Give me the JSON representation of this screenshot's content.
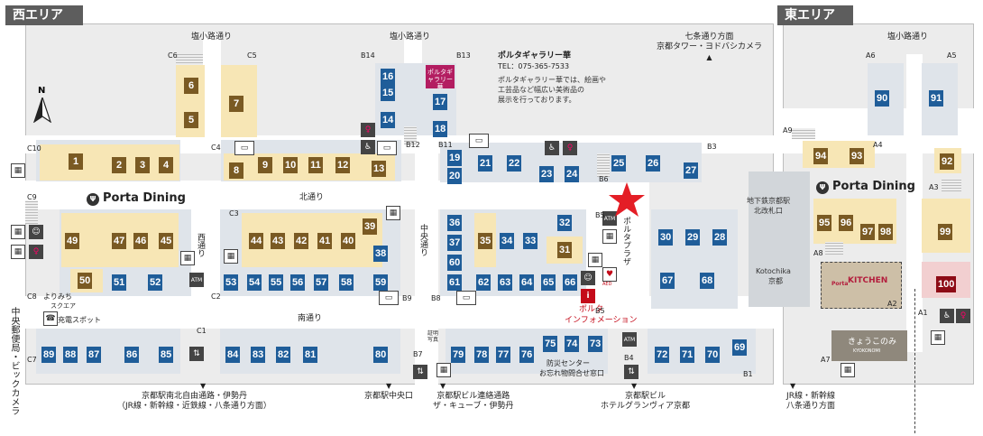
{
  "regions": {
    "west": "西エリア",
    "east": "東エリア"
  },
  "dining": {
    "west": "Porta Dining",
    "east": "Porta Dining"
  },
  "streets": {
    "shiokoji_1": "塩小路通り",
    "shiokoji_2": "塩小路通り",
    "shiokoji_3": "塩小路通り",
    "kita": "北通り",
    "minami": "南通り",
    "nishi": "西通り",
    "chuo": "中央通り",
    "plaza": "ポルタプラザ"
  },
  "gallery": {
    "badge": "ポルタギャラリー華",
    "title": "ポルタギャラリー華",
    "tel": "TEL：075-365-7533",
    "desc_1": "ポルタギャラリー華では、絵画や",
    "desc_2": "工芸品など幅広い美術品の",
    "desc_3": "展示を行っております。"
  },
  "places": {
    "subway_1": "地下鉄京都駅",
    "subway_2": "北改札口",
    "kotochika_1": "Kotochika",
    "kotochika_2": "京都",
    "kitchen_1": "Porta",
    "kitchen_2": "KITCHEN",
    "kyoukonomi_1": "きょうこのみ",
    "kyoukonomi_2": "KYOKONOMI",
    "info_1": "ポルタ",
    "info_2": "インフォメーション",
    "bousai_1": "防災センター",
    "bousai_2": "お忘れ物問合せ窓口",
    "yorimichi_1": "よりみち",
    "yorimichi_2": "スクエア",
    "charge": "充電スポット",
    "aed": "AED",
    "atm": "ATM",
    "shoumei": "証明写真"
  },
  "destinations": {
    "north": [
      "七条通り方面",
      "京都タワー・ヨドバシカメラ"
    ],
    "left": "中央郵便局・ビックカメラ",
    "d1": [
      "京都駅南北自由通路・伊勢丹",
      "（JR線・新幹線・近鉄線・八条通り方面）"
    ],
    "d2": [
      "京都駅中央口"
    ],
    "d3": [
      "京都駅ビル連絡通路",
      "ザ・キューブ・伊勢丹"
    ],
    "d4": [
      "京都駅ビル",
      "ホテルグランヴィア京都"
    ],
    "d5": [
      "JR線・新幹線",
      "八条通り方面"
    ]
  },
  "compass": "N",
  "exits": [
    "C6",
    "C5",
    "B14",
    "B13",
    "A6",
    "A5",
    "C4",
    "B12",
    "B11",
    "B3",
    "A9",
    "A4",
    "C10",
    "B6",
    "A3",
    "C9",
    "C3",
    "B5",
    "A8",
    "C8",
    "C2",
    "B9",
    "B8",
    "B5",
    "A2",
    "A1",
    "C1",
    "C7",
    "B7",
    "B4",
    "B1",
    "A7"
  ],
  "shops": [
    "6",
    "5",
    "7",
    "16",
    "15",
    "14",
    "18",
    "17",
    "13",
    "90",
    "91",
    "1",
    "2",
    "3",
    "4",
    "8",
    "9",
    "10",
    "11",
    "12",
    "19",
    "20",
    "21",
    "22",
    "23",
    "24",
    "25",
    "26",
    "27",
    "94",
    "93",
    "92",
    "49",
    "47",
    "46",
    "45",
    "44",
    "43",
    "42",
    "41",
    "40",
    "39",
    "36",
    "37",
    "60",
    "35",
    "34",
    "33",
    "32",
    "31",
    "30",
    "29",
    "28",
    "95",
    "96",
    "97",
    "98",
    "99",
    "50",
    "51",
    "52",
    "53",
    "54",
    "55",
    "56",
    "57",
    "58",
    "59",
    "38",
    "61",
    "62",
    "63",
    "64",
    "65",
    "66",
    "67",
    "68",
    "100",
    "89",
    "88",
    "87",
    "86",
    "85",
    "84",
    "83",
    "82",
    "81",
    "80",
    "79",
    "78",
    "77",
    "76",
    "75",
    "74",
    "73",
    "72",
    "71",
    "70",
    "69"
  ]
}
